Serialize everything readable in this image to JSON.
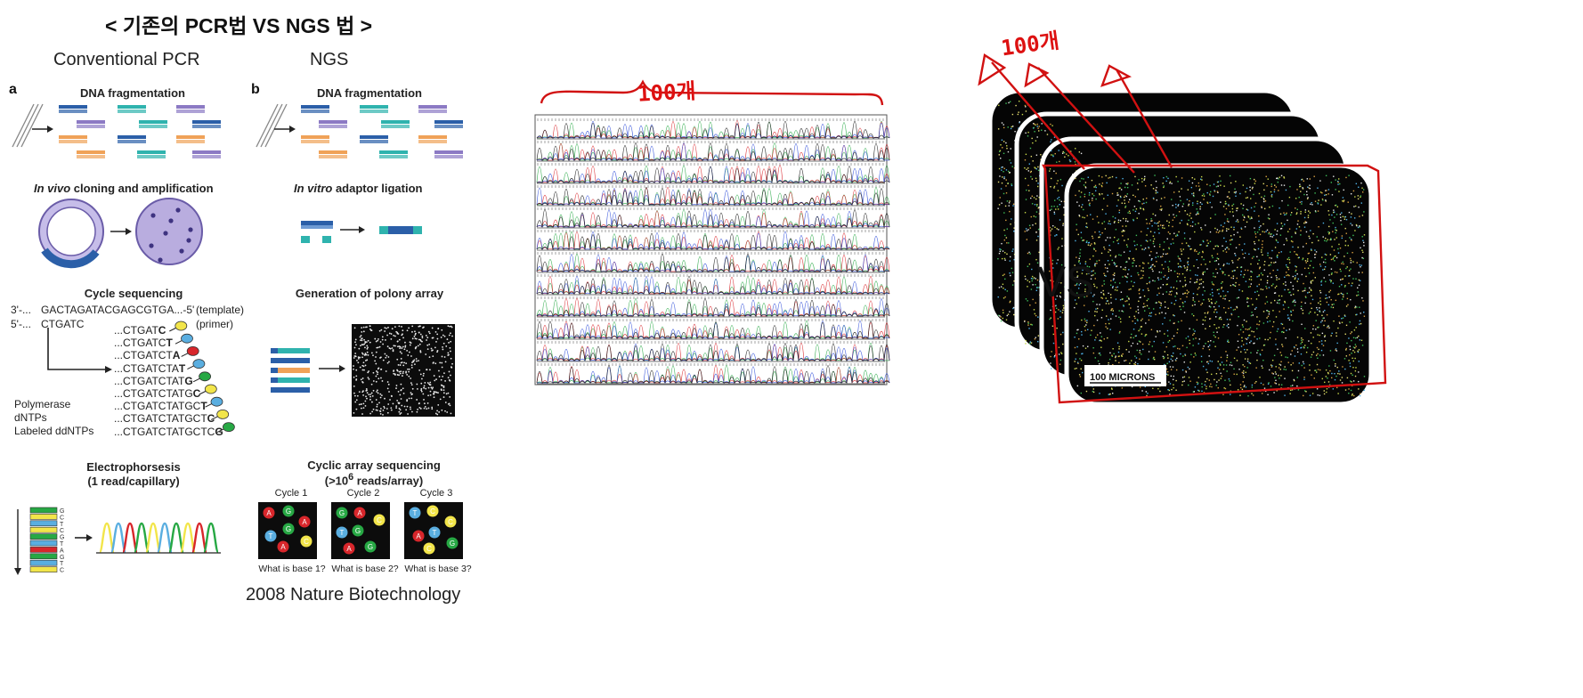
{
  "title": "< 기존의 PCR법 VS NGS 법 >",
  "left_column_heading": "Conventional PCR",
  "right_column_heading": "NGS",
  "panel_a": {
    "letter": "a",
    "step1": "DNA fragmentation",
    "step2_italic": "In vivo",
    "step2_rest": " cloning and amplification",
    "step3": "Cycle sequencing",
    "template_prefix": "3'-...",
    "template_seq": "GACTAGATACGAGCGTGA...-5'",
    "template_label": "(template)",
    "primer_prefix": "5'-...",
    "primer_seq": "CTGATC",
    "primer_label": "(primer)",
    "products": [
      {
        "base": "...CTGAT",
        "last": "C",
        "color": "#f2e54a"
      },
      {
        "base": "...CTGATC",
        "last": "T",
        "color": "#5aaee0"
      },
      {
        "base": "...CTGATCT",
        "last": "A",
        "color": "#d8262b"
      },
      {
        "base": "...CTGATCTA",
        "last": "T",
        "color": "#5aaee0"
      },
      {
        "base": "...CTGATCTAT",
        "last": "G",
        "color": "#27a844"
      },
      {
        "base": "...CTGATCTATG",
        "last": "C",
        "color": "#f2e54a"
      },
      {
        "base": "...CTGATCTATGC",
        "last": "T",
        "color": "#5aaee0"
      },
      {
        "base": "...CTGATCTATGCT",
        "last": "C",
        "color": "#f2e54a"
      },
      {
        "base": "...CTGATCTATGCTC",
        "last": "G",
        "color": "#27a844"
      }
    ],
    "reagents": [
      "Polymerase",
      "dNTPs",
      "Labeled ddNTPs"
    ],
    "step4_line1": "Electrophorsesis",
    "step4_line2": "(1 read/capillary)",
    "gel_letters": [
      "G",
      "C",
      "T",
      "C",
      "G",
      "T",
      "A",
      "G",
      "T",
      "C"
    ]
  },
  "panel_b": {
    "letter": "b",
    "step1": "DNA fragmentation",
    "step2_italic": "In vitro",
    "step2_rest": " adaptor ligation",
    "step3": "Generation of polony array",
    "step4_line1": "Cyclic array sequencing",
    "step4_line2_pre": "(>10",
    "step4_line2_sup": "6",
    "step4_line2_post": " reads/array)",
    "cycles": [
      {
        "label": "Cycle 1",
        "question": "What is base 1?"
      },
      {
        "label": "Cycle 2",
        "question": "What is base 2?"
      },
      {
        "label": "Cycle 3",
        "question": "What is base 3?"
      }
    ]
  },
  "citation": "2008 Nature Biotechnology",
  "vs_label": "VS",
  "annotations": {
    "chromatogram_count": "100개",
    "flowcell_count": "100개"
  },
  "scale_bar_label": "100 MICRONS",
  "colors": {
    "dark_blue": "#2b5fa8",
    "teal": "#2fb3ae",
    "purple": "#8c7ac4",
    "orange": "#f0a258",
    "annotation_red": "#d11111"
  }
}
